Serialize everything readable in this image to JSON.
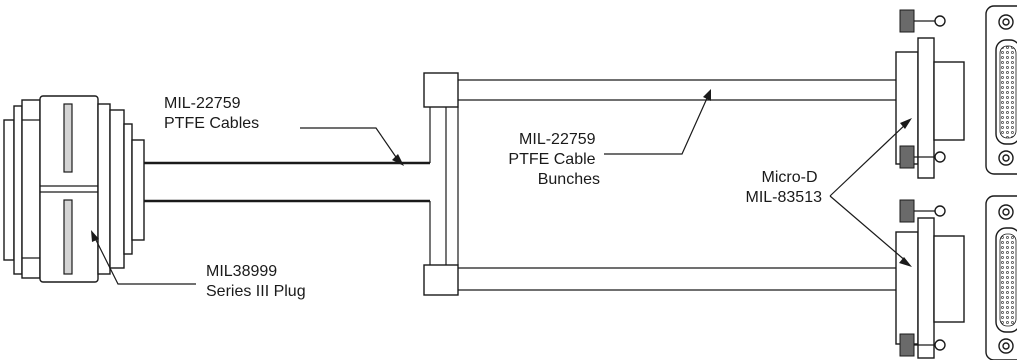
{
  "labels": {
    "ptfe_cables": [
      "MIL-22759",
      "PTFE Cables"
    ],
    "ptfe_bunches": [
      "MIL-22759",
      "PTFE Cable",
      "Bunches"
    ],
    "micro_d": [
      "Micro-D",
      "MIL-83513"
    ],
    "plug": [
      "MIL38999",
      "Series III Plug"
    ]
  }
}
